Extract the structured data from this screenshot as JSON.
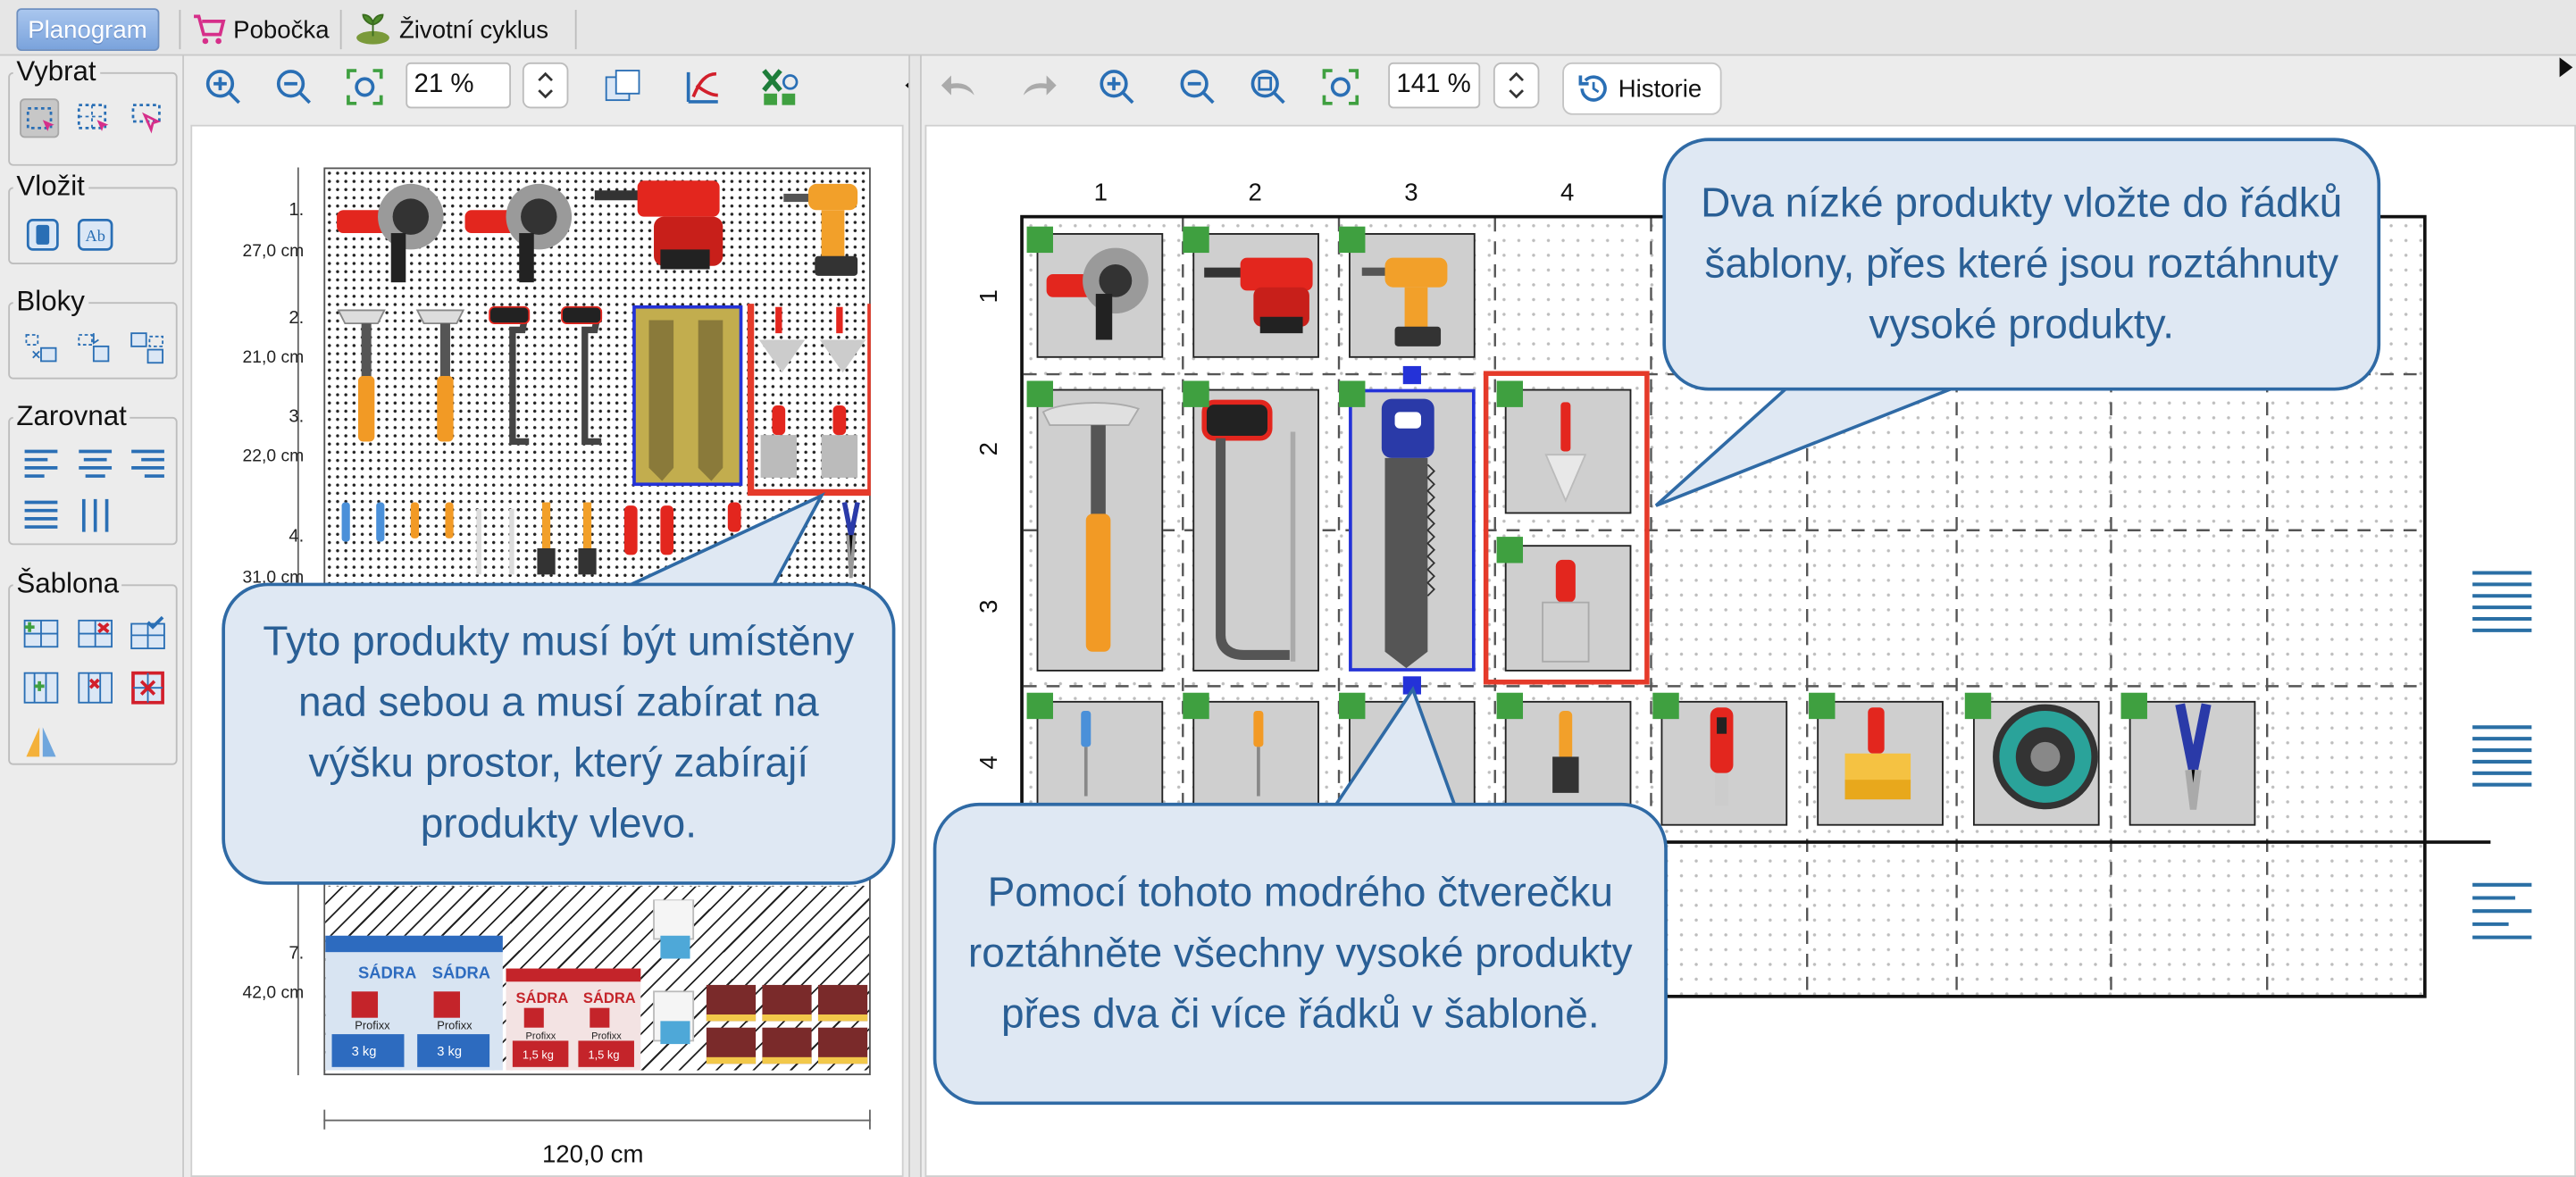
{
  "tabs": [
    {
      "label": "Planogram",
      "active": true
    },
    {
      "label": "Pobočka",
      "active": false
    },
    {
      "label": "Životní cyklus",
      "active": false
    }
  ],
  "palette": {
    "groups": [
      {
        "title": "Vybrat"
      },
      {
        "title": "Vložit"
      },
      {
        "title": "Bloky"
      },
      {
        "title": "Zarovnat"
      },
      {
        "title": "Šablona"
      }
    ],
    "insert_text_icon_label": "Ab"
  },
  "left_toolbar": {
    "zoom": "21 %"
  },
  "right_toolbar": {
    "zoom": "141 %",
    "history_label": "Historie"
  },
  "left_planogram": {
    "shelves": [
      {
        "num": "1.",
        "height": "27,0 cm"
      },
      {
        "num": "2.",
        "height": "21,0 cm"
      },
      {
        "num": "3.",
        "height": "22,0 cm"
      },
      {
        "num": "4.",
        "height": "31,0 cm"
      },
      {
        "num": "7.",
        "height": "42,0 cm"
      }
    ],
    "width_label": "120,0 cm",
    "product_labels": {
      "brand": "SÁDRA",
      "weight_blue": "3 kg",
      "weight_red": "1,5 kg",
      "maker": "Profixx"
    }
  },
  "grid": {
    "columns": [
      "1",
      "2",
      "3",
      "4"
    ],
    "rows": [
      "1",
      "2",
      "3",
      "4"
    ]
  },
  "callouts": {
    "top_right": "Dva nízké produkty vložte do řádků šablony, přes které jsou roztáhnuty vysoké produkty.",
    "left": "Tyto produkty musí být umístěny nad sebou a musí zabírat na výšku prostor, který zabírají produkty vlevo.",
    "bottom": "Pomocí tohoto modrého čtverečku roztáhněte všechny vysoké produkty přes dva či více řádků v šabloně."
  },
  "colors": {
    "accent": "#2f6aa5",
    "callout_bg": "#dfe8f3",
    "selection_red": "#e53a2a",
    "selection_blue": "#2432d8",
    "badge_green": "#3fa040"
  }
}
